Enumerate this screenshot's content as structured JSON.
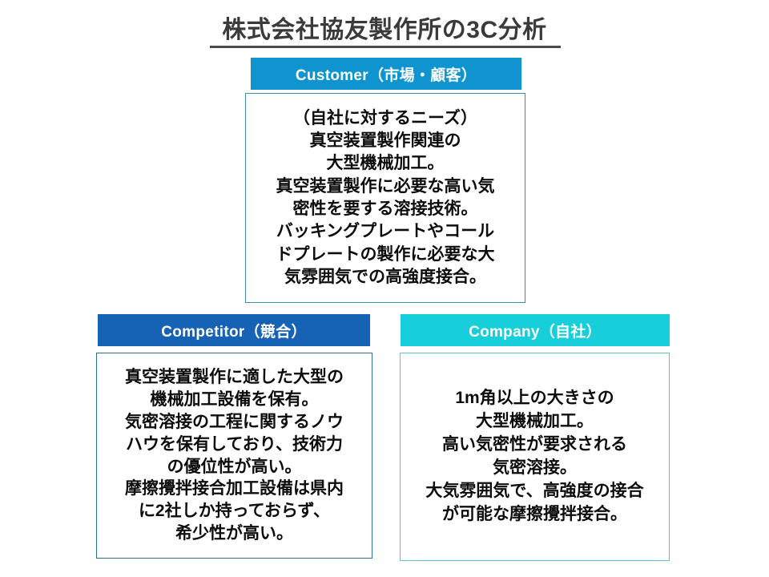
{
  "slide": {
    "title": "株式会社協友製作所の3C分析"
  },
  "colors": {
    "customer_header": "#1094CF",
    "competitor_header": "#1663B6",
    "company_header": "#17CEDB",
    "customer_border": "#3E8EA8",
    "competitor_border": "#2E6F87",
    "company_border": "#5CC6CF",
    "title_text": "#3A3A3A",
    "body_text": "#0D0D0D",
    "background": "#FFFFFF"
  },
  "cards": {
    "customer": {
      "header": "Customer（市場・顧客）",
      "body": "（自社に対するニーズ）\n真空装置製作関連の\n大型機械加工。\n真空装置製作に必要な高い気\n密性を要する溶接技術。\nバッキングプレートやコール\nドプレートの製作に必要な大\n気雰囲気での高強度接合。"
    },
    "competitor": {
      "header": "Competitor（競合）",
      "body": "真空装置製作に適した大型の\n機械加工設備を保有。\n気密溶接の工程に関するノウ\nハウを保有しており、技術力\nの優位性が高い。\n摩擦攪拌接合加工設備は県内\nに2社しか持っておらず、\n希少性が高い。"
    },
    "company": {
      "header": "Company（自社）",
      "body": "1m角以上の大きさの\n大型機械加工。\n高い気密性が要求される\n気密溶接。\n大気雰囲気で、高強度の接合\nが可能な摩擦攪拌接合。"
    }
  }
}
